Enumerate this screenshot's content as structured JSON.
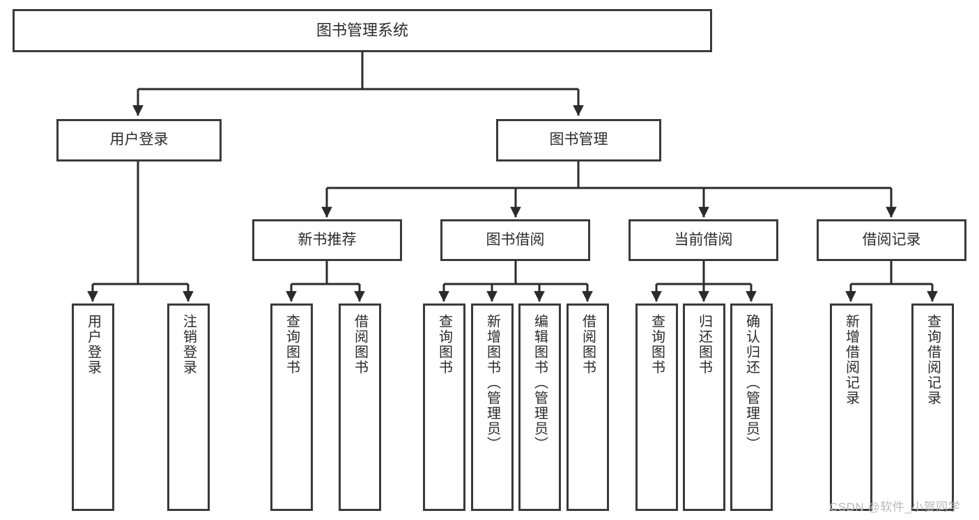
{
  "diagram": {
    "title": "图书管理系统",
    "type": "hierarchy-tree",
    "watermark": "CSDN @软件_小贺同学",
    "colors": {
      "border": "#3a3a3a",
      "text": "#2b2b2b",
      "edge": "#2b2b2b",
      "background": "#ffffff",
      "watermark": "#b9b9b9"
    },
    "nodes": {
      "root": {
        "label": "图书管理系统"
      },
      "level2": [
        {
          "id": "user-login",
          "label": "用户登录"
        },
        {
          "id": "book-manage",
          "label": "图书管理"
        }
      ],
      "level3": [
        {
          "id": "new-book-recommend",
          "label": "新书推荐"
        },
        {
          "id": "book-borrow",
          "label": "图书借阅"
        },
        {
          "id": "current-borrow",
          "label": "当前借阅"
        },
        {
          "id": "borrow-record",
          "label": "借阅记录"
        }
      ],
      "leaves": {
        "user-login": [
          {
            "id": "leaf-user-login",
            "label": "用户登录"
          },
          {
            "id": "leaf-user-logout",
            "label": "注销登录"
          }
        ],
        "new-book-recommend": [
          {
            "id": "leaf-query-book-1",
            "label": "查询图书"
          },
          {
            "id": "leaf-borrow-book-1",
            "label": "借阅图书"
          }
        ],
        "book-borrow": [
          {
            "id": "leaf-query-book-2",
            "label": "查询图书"
          },
          {
            "id": "leaf-add-book",
            "label": "新增图书（管理员）"
          },
          {
            "id": "leaf-edit-book",
            "label": "编辑图书（管理员）"
          },
          {
            "id": "leaf-borrow-book-2",
            "label": "借阅图书"
          }
        ],
        "current-borrow": [
          {
            "id": "leaf-query-book-3",
            "label": "查询图书"
          },
          {
            "id": "leaf-return-book",
            "label": "归还图书"
          },
          {
            "id": "leaf-confirm-return",
            "label": "确认归还（管理员）"
          }
        ],
        "borrow-record": [
          {
            "id": "leaf-add-record",
            "label": "新增借阅记录"
          },
          {
            "id": "leaf-query-record",
            "label": "查询借阅记录"
          }
        ]
      }
    }
  }
}
